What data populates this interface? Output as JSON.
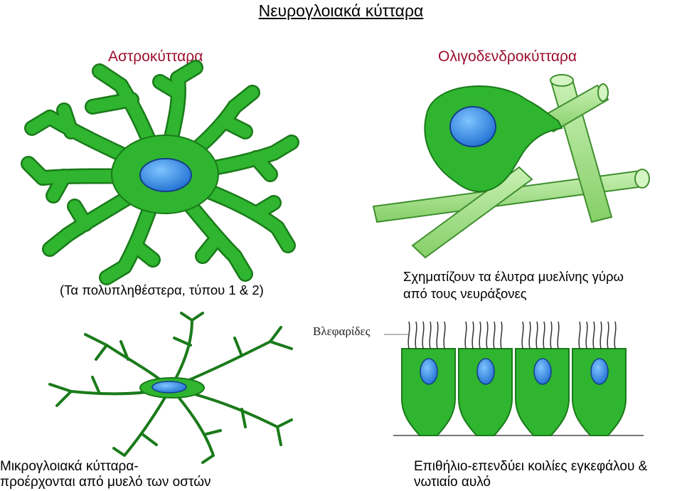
{
  "title": "Νευρογλοιακά κύτταρα",
  "panels": {
    "astrocytes": {
      "heading": "Αστροκύτταρα",
      "caption": "(Τα πολυπληθέστερα, τύπου 1 & 2)"
    },
    "oligodendrocytes": {
      "heading": "Ολιγοδενδροκύτταρα",
      "caption_line1": "Σχηματίζουν τα έλυτρα μυελίνης γύρω",
      "caption_line2": "από τους νευράξονες"
    },
    "microglia": {
      "caption_line1": "Μικρογλοιακά κύτταρα-",
      "caption_line2": "προέρχονται από μυελό των οστών"
    },
    "ependymal": {
      "label": "Βλεφαρίδες",
      "caption_line1": "Επιθήλιο-επενδύει κοιλίες εγκεφάλου &",
      "caption_line2": "νωτιαίο αυλό"
    }
  },
  "colors": {
    "heading": "#9b0f2e",
    "cell_green": "#2fb52f",
    "cell_outline": "#1a7a1a",
    "myelin_light": "#a6e08a",
    "nucleus_blue": "#2f8fe0"
  }
}
